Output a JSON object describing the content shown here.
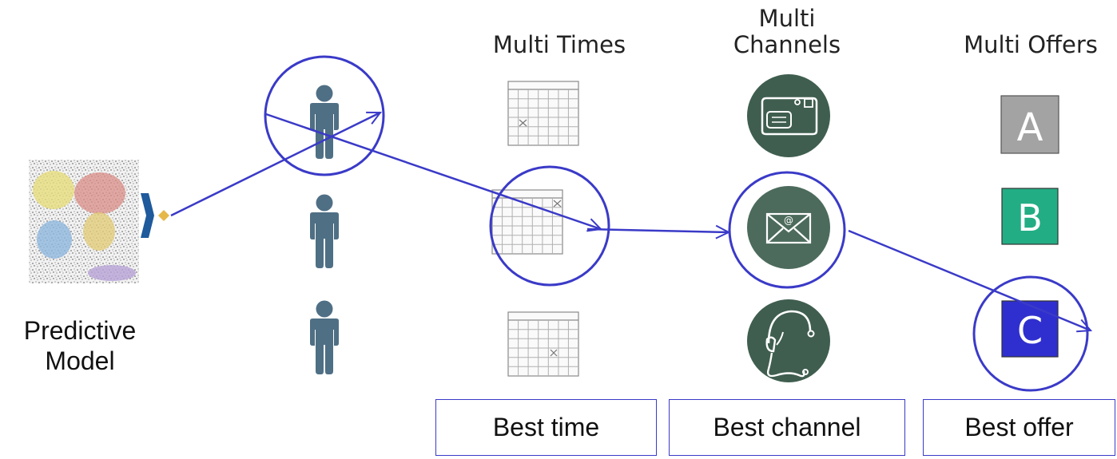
{
  "headers": {
    "times": "Multi Times",
    "channels_line1": "Multi",
    "channels_line2": "Channels",
    "offers": "Multi Offers"
  },
  "model": {
    "label_line1": "Predictive",
    "label_line2": "Model"
  },
  "offers": {
    "a": "A",
    "b": "B",
    "c": "C"
  },
  "boxes": {
    "time": "Best time",
    "channel": "Best channel",
    "offer": "Best offer"
  },
  "colors": {
    "person": "#4f6f85",
    "channel_circle": "#3f5e4f",
    "path": "#3a3ac8",
    "offer_a": "#a3a3a3",
    "offer_b": "#23ad84",
    "offer_c": "#2f2fcf",
    "connector": "#1e5a9c",
    "diamond": "#e6b84a"
  },
  "icons": {
    "channels": [
      "mail-envelope-icon",
      "email-icon",
      "headset-icon"
    ]
  }
}
